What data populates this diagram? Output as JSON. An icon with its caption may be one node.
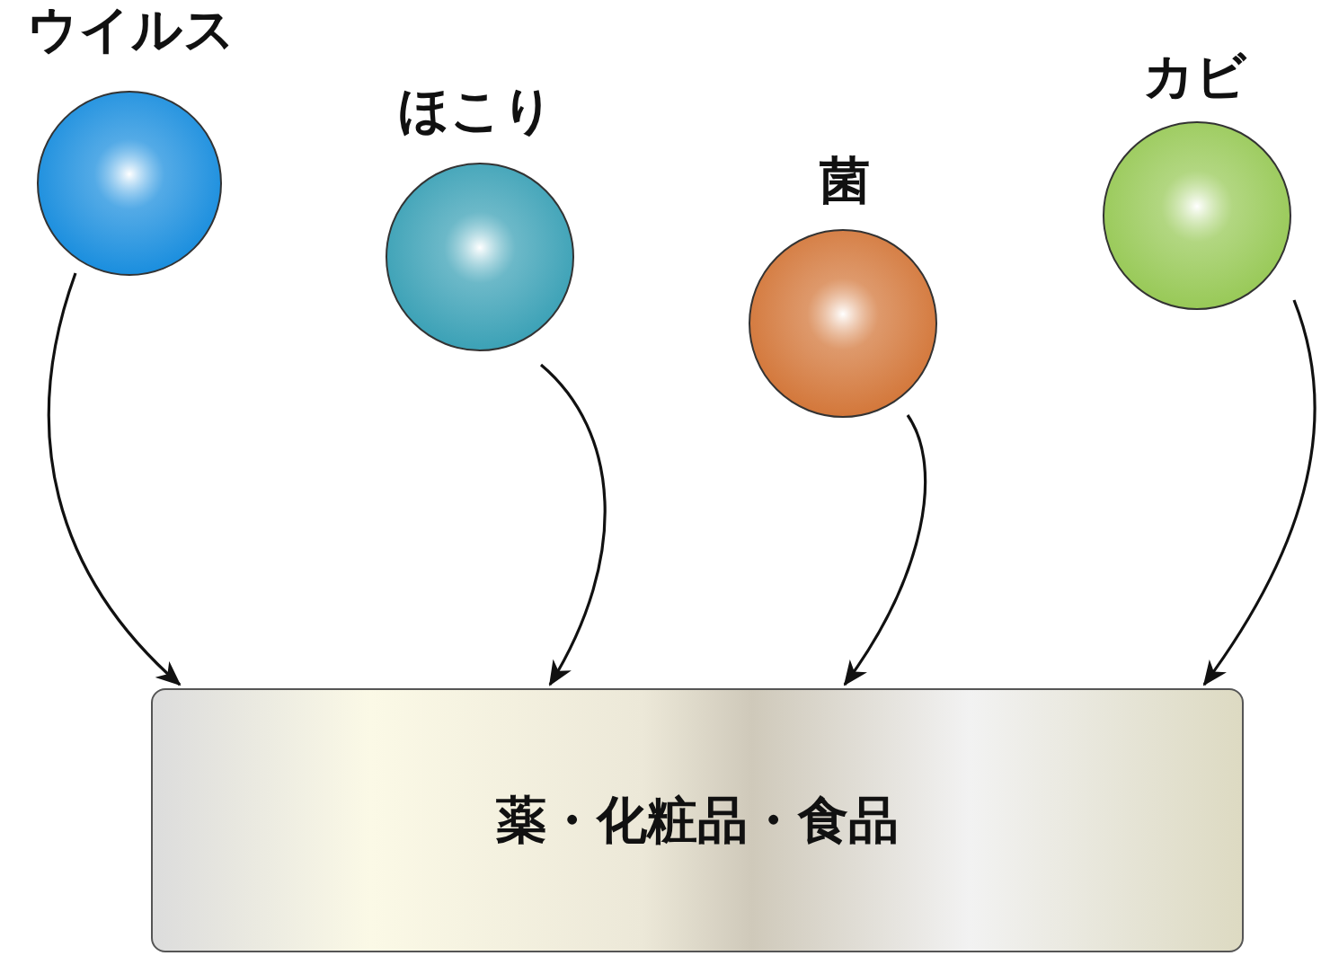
{
  "diagram": {
    "nodes": [
      {
        "text": [
          "ウイルス"
        ]
      },
      {
        "text": [
          "ほこり"
        ]
      },
      {
        "text": [
          "菌"
        ]
      },
      {
        "text": [
          "カビ"
        ]
      },
      {
        "text": [
          "薬・化粧品・食品"
        ]
      }
    ],
    "edges": [
      {
        "from": 0,
        "to": 4,
        "arrow": "to"
      },
      {
        "from": 1,
        "to": 4,
        "arrow": "to"
      },
      {
        "from": 2,
        "to": 4,
        "arrow": "to"
      },
      {
        "from": 3,
        "to": 4,
        "arrow": "to"
      }
    ]
  }
}
